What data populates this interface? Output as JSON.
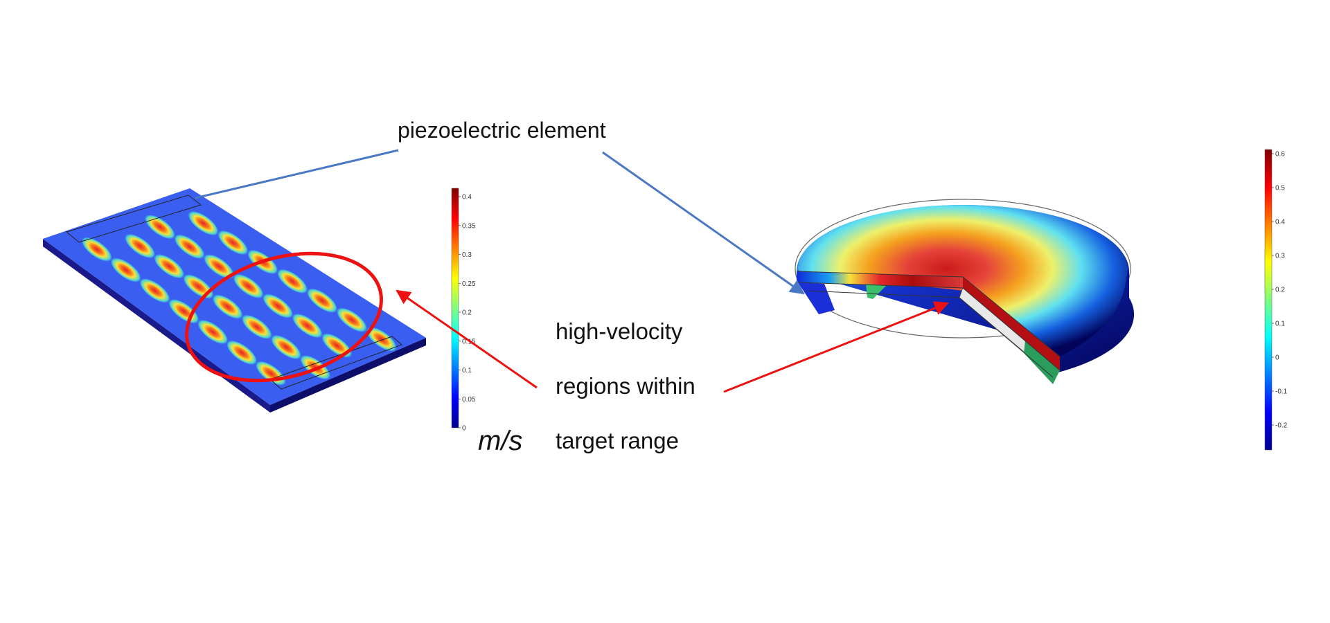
{
  "annotations": {
    "piezo_label": "piezoelectric element",
    "high_velocity_line1": "high-velocity",
    "high_velocity_line2": "regions within",
    "high_velocity_line3": "target range",
    "unit_label": "m/s"
  },
  "colorbar_left": {
    "ticks": [
      "0",
      "0.05",
      "0.1",
      "0.15",
      "0.2",
      "0.25",
      "0.3",
      "0.35",
      "0.4"
    ]
  },
  "colorbar_right": {
    "ticks": [
      "-0.2",
      "-0.1",
      "0",
      "0.1",
      "0.2",
      "0.3",
      "0.4",
      "0.5",
      "0.6"
    ]
  },
  "colors": {
    "annotation_blue": "#4a78c4",
    "annotation_red": "#ee1111"
  }
}
